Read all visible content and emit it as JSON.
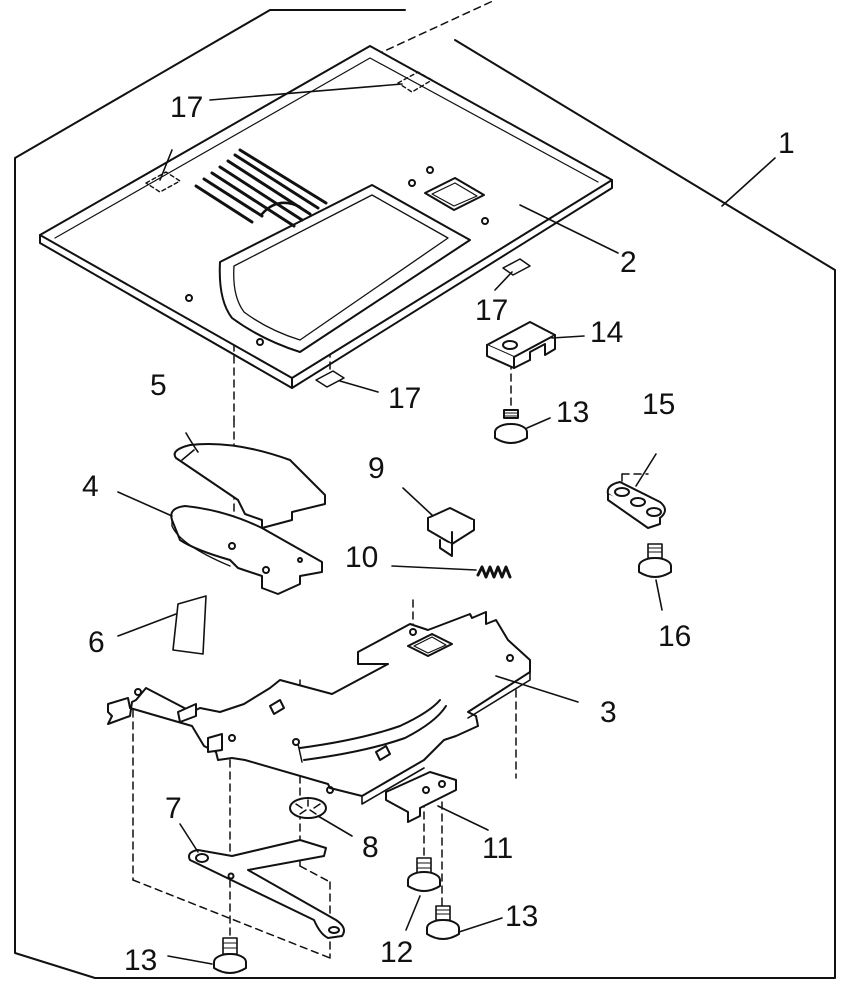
{
  "colors": {
    "ink": "#111111",
    "paper": "#ffffff",
    "shade": "#d9d9d9"
  },
  "callouts": {
    "c1": "1",
    "c2": "2",
    "c3": "3",
    "c4": "4",
    "c5": "5",
    "c6": "6",
    "c7": "7",
    "c8": "8",
    "c9": "9",
    "c10": "10",
    "c11": "11",
    "c12": "12",
    "c13a": "13",
    "c13b": "13",
    "c13c": "13",
    "c14": "14",
    "c15": "15",
    "c16": "16",
    "c17a": "17",
    "c17b": "17",
    "c17c": "17"
  }
}
